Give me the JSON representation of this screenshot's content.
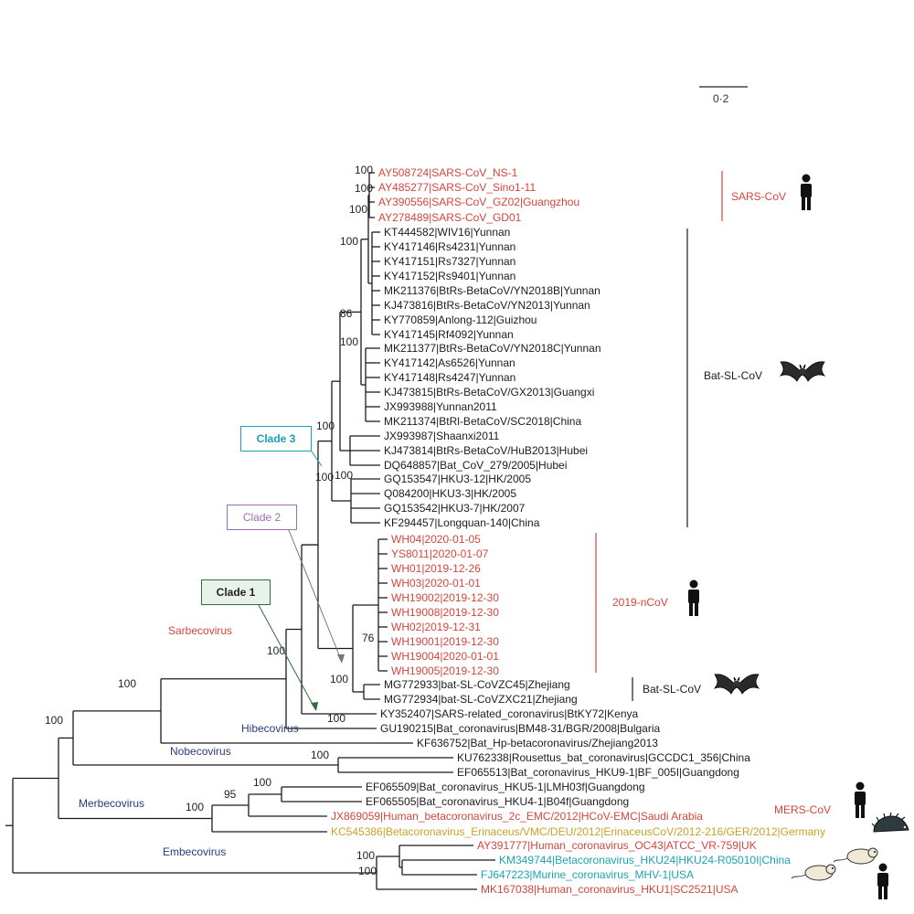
{
  "scale_bar": {
    "label": "0·2"
  },
  "colors": {
    "human": "#d2463c",
    "bat": "#1b1b1b",
    "genus": "#2b3a80",
    "sarbeco": "#d2463c",
    "camel": "#c9a227",
    "hedgehog": "#c9a227",
    "rodent": "#1aa3b3",
    "clade1": "#2f6b3e",
    "clade2": "#9b6fb5",
    "clade3": "#17a2b8"
  },
  "taxa": [
    {
      "label": "AY508724|SARS-CoV_NS-1",
      "host": "human"
    },
    {
      "label": "AY485277|SARS-CoV_Sino1-11",
      "host": "human"
    },
    {
      "label": "AY390556|SARS-CoV_GZ02|Guangzhou",
      "host": "human"
    },
    {
      "label": "AY278489|SARS-CoV_GD01",
      "host": "human"
    },
    {
      "label": "KT444582|WIV16|Yunnan",
      "host": "bat"
    },
    {
      "label": "KY417146|Rs4231|Yunnan",
      "host": "bat"
    },
    {
      "label": "KY417151|Rs7327|Yunnan",
      "host": "bat"
    },
    {
      "label": "KY417152|Rs9401|Yunnan",
      "host": "bat"
    },
    {
      "label": "MK211376|BtRs-BetaCoV/YN2018B|Yunnan",
      "host": "bat"
    },
    {
      "label": "KJ473816|BtRs-BetaCoV/YN2013|Yunnan",
      "host": "bat"
    },
    {
      "label": "KY770859|Anlong-112|Guizhou",
      "host": "bat"
    },
    {
      "label": "KY417145|Rf4092|Yunnan",
      "host": "bat"
    },
    {
      "label": "MK211377|BtRs-BetaCoV/YN2018C|Yunnan",
      "host": "bat"
    },
    {
      "label": "KY417142|As6526|Yunnan",
      "host": "bat"
    },
    {
      "label": "KY417148|Rs4247|Yunnan",
      "host": "bat"
    },
    {
      "label": "KJ473815|BtRs-BetaCoV/GX2013|Guangxi",
      "host": "bat"
    },
    {
      "label": "JX993988|Yunnan2011",
      "host": "bat"
    },
    {
      "label": "MK211374|BtRl-BetaCoV/SC2018|China",
      "host": "bat"
    },
    {
      "label": "JX993987|Shaanxi2011",
      "host": "bat"
    },
    {
      "label": "KJ473814|BtRs-BetaCoV/HuB2013|Hubei",
      "host": "bat"
    },
    {
      "label": "DQ648857|Bat_CoV_279/2005|Hubei",
      "host": "bat"
    },
    {
      "label": "GQ153547|HKU3-12|HK/2005",
      "host": "bat"
    },
    {
      "label": "Q084200|HKU3-3|HK/2005",
      "host": "bat"
    },
    {
      "label": "GQ153542|HKU3-7|HK/2007",
      "host": "bat"
    },
    {
      "label": "KF294457|Longquan-140|China",
      "host": "bat"
    },
    {
      "label": "WH04|2020-01-05",
      "host": "human"
    },
    {
      "label": "YS8011|2020-01-07",
      "host": "human"
    },
    {
      "label": "WH01|2019-12-26",
      "host": "human"
    },
    {
      "label": "WH03|2020-01-01",
      "host": "human"
    },
    {
      "label": "WH19002|2019-12-30",
      "host": "human"
    },
    {
      "label": "WH19008|2019-12-30",
      "host": "human"
    },
    {
      "label": "WH02|2019-12-31",
      "host": "human"
    },
    {
      "label": "WH19001|2019-12-30",
      "host": "human"
    },
    {
      "label": "WH19004|2020-01-01",
      "host": "human"
    },
    {
      "label": "WH19005|2019-12-30",
      "host": "human"
    },
    {
      "label": "MG772933|bat-SL-CoVZC45|Zhejiang",
      "host": "bat"
    },
    {
      "label": "MG772934|bat-SL-CoVZXC21|Zhejiang",
      "host": "bat"
    },
    {
      "label": "KY352407|SARS-related_coronavirus|BtKY72|Kenya",
      "host": "bat"
    },
    {
      "label": "GU190215|Bat_coronavirus|BM48-31/BGR/2008|Bulgaria",
      "host": "bat"
    },
    {
      "label": "KF636752|Bat_Hp-betacoronavirus/Zhejiang2013",
      "host": "bat"
    },
    {
      "label": "KU762338|Rousettus_bat_coronavirus|GCCDC1_356|China",
      "host": "bat"
    },
    {
      "label": "EF065513|Bat_coronavirus_HKU9-1|BF_005I|Guangdong",
      "host": "bat"
    },
    {
      "label": "EF065509|Bat_coronavirus_HKU5-1|LMH03f|Guangdong",
      "host": "bat"
    },
    {
      "label": "EF065505|Bat_coronavirus_HKU4-1|B04f|Guangdong",
      "host": "bat"
    },
    {
      "label": "JX869059|Human_betacoronavirus_2c_EMC/2012|HCoV-EMC|Saudi Arabia",
      "host": "human"
    },
    {
      "label": "KC545386|Betacoronavirus_Erinaceus/VMC/DEU/2012|ErinaceusCoV/2012-216/GER/2012|Germany",
      "host": "hedgehog"
    },
    {
      "label": "AY391777|Human_coronavirus_OC43|ATCC_VR-759|UK",
      "host": "human"
    },
    {
      "label": "KM349744|Betacoronavirus_HKU24|HKU24-R05010I|China",
      "host": "rodent"
    },
    {
      "label": "FJ647223|Murine_coronavirus_MHV-1|USA",
      "host": "rodent"
    },
    {
      "label": "MK167038|Human_coronavirus_HKU1|SC2521|USA",
      "host": "human"
    }
  ],
  "bootstrap": [
    "100",
    "100",
    "100",
    "100",
    "86",
    "100",
    "100",
    "100",
    "100",
    "100",
    "76",
    "100",
    "100",
    "100",
    "100",
    "100",
    "100",
    "95",
    "100",
    "100",
    "100"
  ],
  "groups": {
    "sars_cov": "SARS-CoV",
    "bat_sl_cov": "Bat-SL-CoV",
    "ncov": "2019-nCoV",
    "bat_sl_cov_2": "Bat-SL-CoV",
    "mers_cov": "MERS-CoV"
  },
  "genera": {
    "sarbecovirus": "Sarbecovirus",
    "hibecovirus": "Hibecovirus",
    "nobecovirus": "Nobecovirus",
    "merbecovirus": "Merbecovirus",
    "embecovirus": "Embecovirus"
  },
  "clades": {
    "clade1": "Clade 1",
    "clade2": "Clade 2",
    "clade3": "Clade 3"
  },
  "icons": [
    "human-icon",
    "bat-icon",
    "hedgehog-icon",
    "rat-icon"
  ]
}
